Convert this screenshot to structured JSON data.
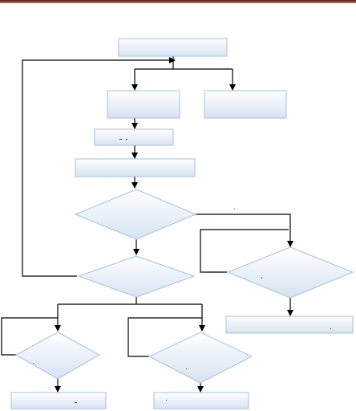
{
  "colors": {
    "top_rule_dark": "#5a1616",
    "top_rule_light": "#b07a6a",
    "node_fill_top": "#ffffff",
    "node_fill_bottom": "#d7e3f3",
    "node_stroke": "#a9bfdc",
    "connector": "#000000"
  },
  "flowchart": {
    "boxes": [
      {
        "id": "b1",
        "label": ""
      },
      {
        "id": "b2",
        "label": ""
      },
      {
        "id": "b3",
        "label": ""
      },
      {
        "id": "b4",
        "label": ""
      },
      {
        "id": "b5",
        "label": ""
      },
      {
        "id": "b6",
        "label": ""
      },
      {
        "id": "b7",
        "label": ""
      },
      {
        "id": "b8",
        "label": ""
      }
    ],
    "decisions": [
      {
        "id": "d1",
        "label": ""
      },
      {
        "id": "d2",
        "label": ""
      },
      {
        "id": "d3",
        "label": ""
      },
      {
        "id": "d4",
        "label": ""
      },
      {
        "id": "d5",
        "label": ""
      }
    ]
  }
}
